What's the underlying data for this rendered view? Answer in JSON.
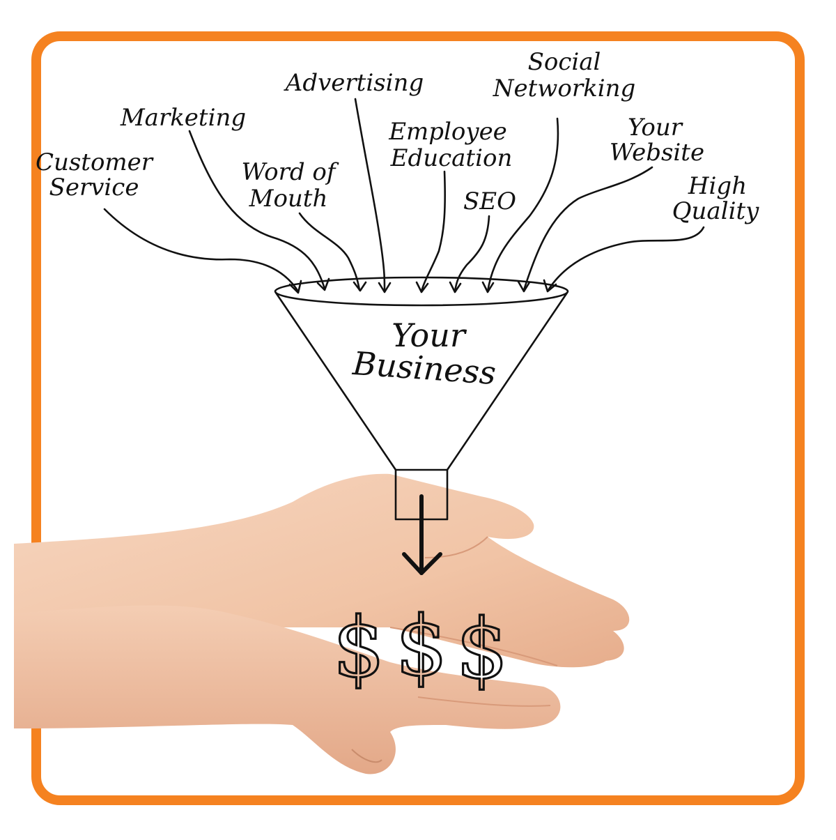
{
  "frame": {
    "border_color": "#f58220",
    "background": "#ffffff"
  },
  "inputs": [
    {
      "line1": "Customer",
      "line2": "Service"
    },
    {
      "line1": "Marketing",
      "line2": ""
    },
    {
      "line1": "Word of",
      "line2": "Mouth"
    },
    {
      "line1": "Advertising",
      "line2": ""
    },
    {
      "line1": "Employee",
      "line2": "Education"
    },
    {
      "line1": "SEO",
      "line2": ""
    },
    {
      "line1": "Social",
      "line2": "Networking"
    },
    {
      "line1": "Your",
      "line2": "Website"
    },
    {
      "line1": "High",
      "line2": "Quality"
    }
  ],
  "funnel": {
    "line1": "Your",
    "line2": "Business"
  },
  "output": {
    "symbols": [
      "$",
      "$",
      "$"
    ]
  },
  "illustration": {
    "subject": "cupped-hands",
    "skin_color": "#f3c9ad"
  }
}
